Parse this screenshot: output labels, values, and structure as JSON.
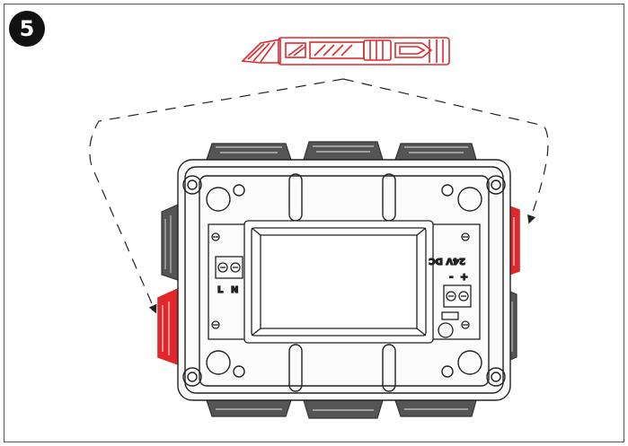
{
  "step": {
    "number": "5"
  },
  "terminal_left": {
    "label_l": "L",
    "label_n": "N"
  },
  "terminal_right": {
    "voltage": "24V DC",
    "minus": "-",
    "plus": "+"
  },
  "colors": {
    "accent": "#e0282b",
    "line": "#333333",
    "background": "#ffffff"
  },
  "icons": {
    "cutter": "utility-knife-icon",
    "step": "step-number-badge"
  }
}
